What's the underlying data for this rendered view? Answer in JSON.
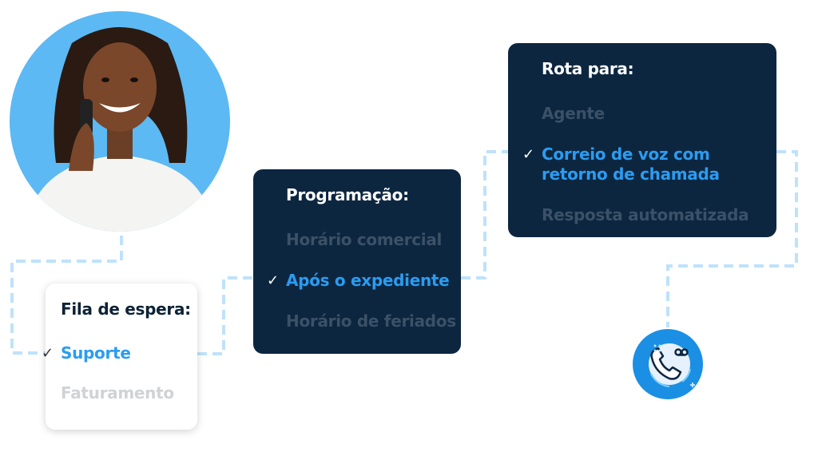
{
  "queue_card": {
    "title": "Fila de espera:",
    "options": [
      {
        "label": "Suporte",
        "selected": true
      },
      {
        "label": "Faturamento",
        "selected": false
      }
    ]
  },
  "schedule_card": {
    "title": "Programação:",
    "options": [
      {
        "label": "Horário comercial",
        "selected": false
      },
      {
        "label": "Após o expediente",
        "selected": true
      },
      {
        "label": "Horário de feriados",
        "selected": false
      }
    ]
  },
  "route_card": {
    "title": "Rota para:",
    "options": [
      {
        "label": "Agente",
        "selected": false
      },
      {
        "label": "Correio de voz com retorno de chamada",
        "selected": true
      },
      {
        "label": "Resposta automatizada",
        "selected": false
      }
    ]
  },
  "check_glyph": "✓",
  "colors": {
    "accent": "#2b9cf0",
    "dark_card": "#0d2640",
    "connector": "#bfe2fb",
    "photo_bg": "#5cb9f3",
    "phone_badge": "#1b8fe4"
  }
}
